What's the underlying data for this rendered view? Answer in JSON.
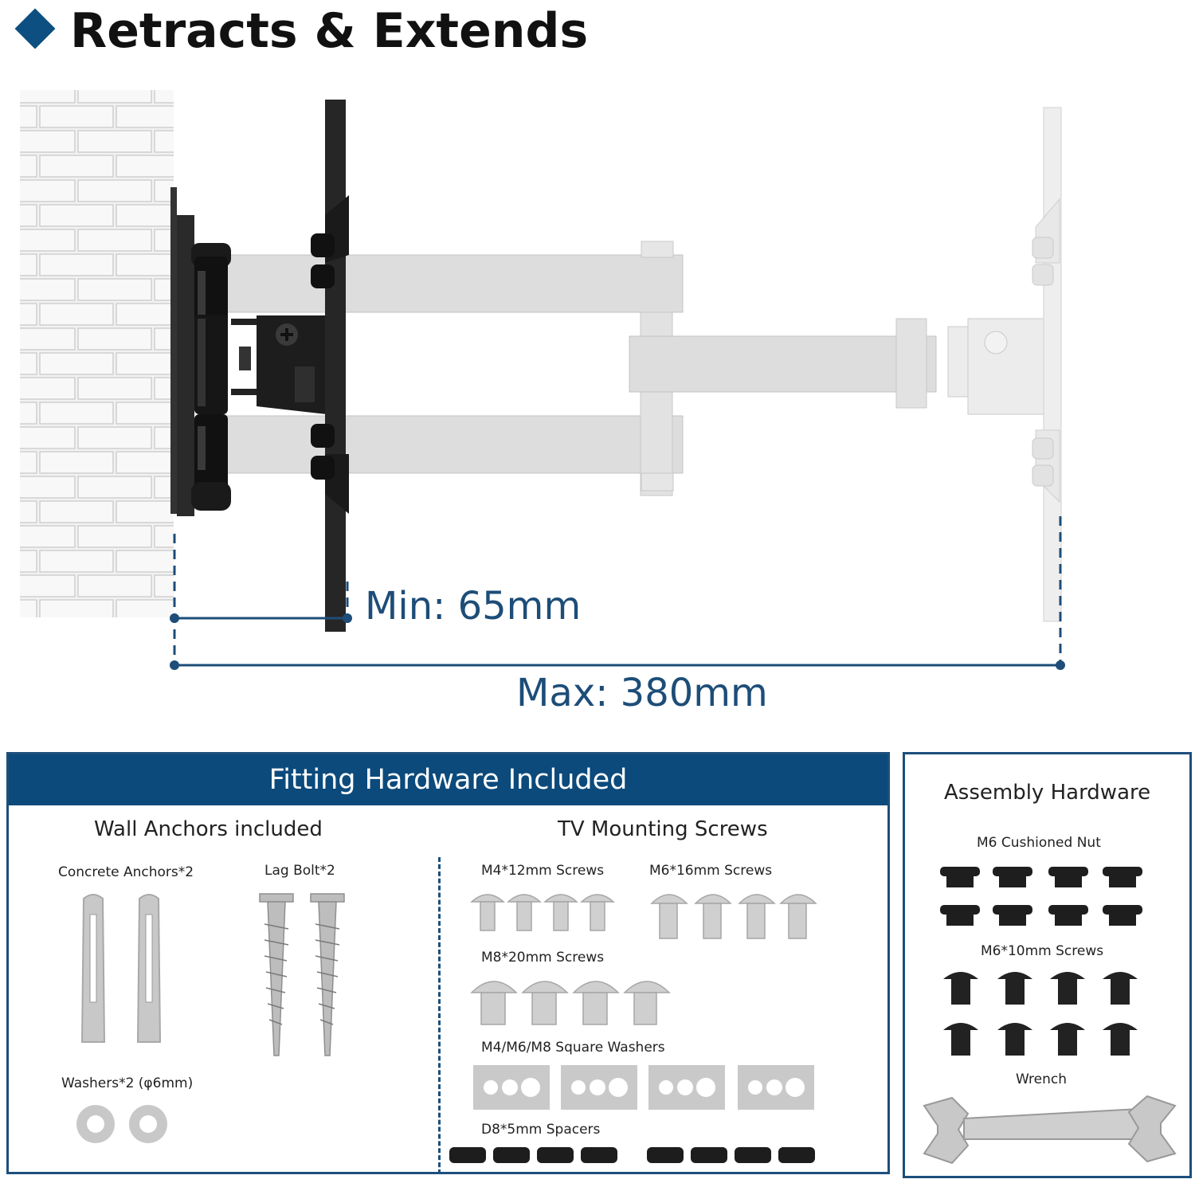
{
  "heading": {
    "title": "Retracts & Extends"
  },
  "diagram": {
    "min_label": "Min: 65mm",
    "max_label": "Max: 380mm",
    "accent_color": "#1d4d78"
  },
  "fitting": {
    "banner": "Fitting Hardware Included",
    "wall_anchors": {
      "title": "Wall Anchors included",
      "concrete_anchors": "Concrete Anchors*2",
      "lag_bolt": "Lag Bolt*2",
      "washers": "Washers*2 (φ6mm)"
    },
    "tv_screws": {
      "title": "TV Mounting Screws",
      "m4": "M4*12mm Screws",
      "m6": "M6*16mm Screws",
      "m8": "M8*20mm Screws",
      "square_washers": "M4/M6/M8 Square Washers",
      "spacers": "D8*5mm Spacers"
    }
  },
  "assembly": {
    "title": "Assembly Hardware",
    "nut": "M6 Cushioned Nut",
    "screws": "M6*10mm Screws",
    "wrench": "Wrench"
  },
  "icons": [
    "diamond-icon",
    "wall-icon",
    "mount-icon",
    "anchor-icon",
    "lag-bolt-icon",
    "washer-icon",
    "screw-icon",
    "square-washer-icon",
    "spacer-icon",
    "nut-icon",
    "wrench-icon"
  ]
}
